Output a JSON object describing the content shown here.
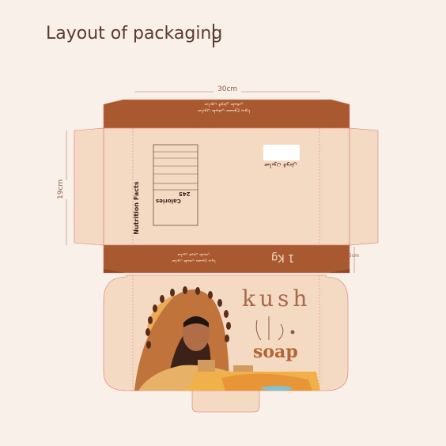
{
  "page_title": "Layout of packaging",
  "dimensions": {
    "width": "30cm",
    "height": "19cm",
    "depth": "5cm"
  },
  "colors": {
    "background": "#f9f0ea",
    "brown": "#a9592f",
    "panel": "#f4d9c3",
    "cut_line": "#d77d6e"
  },
  "lid": {
    "arabic_brand": "صابون قوش",
    "nutrition_title": "Nutrition Facts",
    "calories_label": "Calories",
    "calories_value": "245"
  },
  "side_panel": {
    "weight": "1 Kg",
    "arabic_line_1": "صابون قوش طبيعي",
    "arabic_line_2": "صابون طبيعي مصنوع يدويا"
  },
  "front": {
    "brand_line_1": "kush",
    "brand_line_2": "soap"
  }
}
